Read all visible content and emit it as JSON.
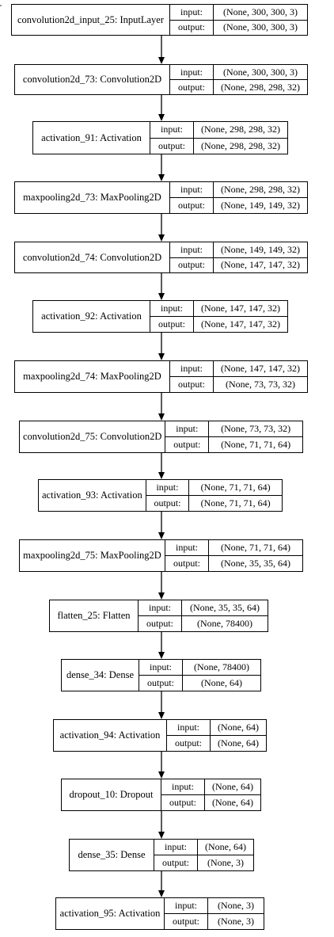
{
  "diagram": {
    "input_label": "input:",
    "output_label": "output:",
    "layers": [
      {
        "name": "convolution2d_input_25: InputLayer",
        "input": "(None, 300, 300, 3)",
        "output": "(None, 300, 300, 3)"
      },
      {
        "name": "convolution2d_73: Convolution2D",
        "input": "(None, 300, 300, 3)",
        "output": "(None, 298, 298, 32)"
      },
      {
        "name": "activation_91: Activation",
        "input": "(None, 298, 298, 32)",
        "output": "(None, 298, 298, 32)"
      },
      {
        "name": "maxpooling2d_73: MaxPooling2D",
        "input": "(None, 298, 298, 32)",
        "output": "(None, 149, 149, 32)"
      },
      {
        "name": "convolution2d_74: Convolution2D",
        "input": "(None, 149, 149, 32)",
        "output": "(None, 147, 147, 32)"
      },
      {
        "name": "activation_92: Activation",
        "input": "(None, 147, 147, 32)",
        "output": "(None, 147, 147, 32)"
      },
      {
        "name": "maxpooling2d_74: MaxPooling2D",
        "input": "(None, 147, 147, 32)",
        "output": "(None, 73, 73, 32)"
      },
      {
        "name": "convolution2d_75: Convolution2D",
        "input": "(None, 73, 73, 32)",
        "output": "(None, 71, 71, 64)"
      },
      {
        "name": "activation_93: Activation",
        "input": "(None, 71, 71, 64)",
        "output": "(None, 71, 71, 64)"
      },
      {
        "name": "maxpooling2d_75: MaxPooling2D",
        "input": "(None, 71, 71, 64)",
        "output": "(None, 35, 35, 64)"
      },
      {
        "name": "flatten_25: Flatten",
        "input": "(None, 35, 35, 64)",
        "output": "(None, 78400)"
      },
      {
        "name": "dense_34: Dense",
        "input": "(None, 78400)",
        "output": "(None, 64)"
      },
      {
        "name": "activation_94: Activation",
        "input": "(None, 64)",
        "output": "(None, 64)"
      },
      {
        "name": "dropout_10: Dropout",
        "input": "(None, 64)",
        "output": "(None, 64)"
      },
      {
        "name": "dense_35: Dense",
        "input": "(None, 64)",
        "output": "(None, 3)"
      },
      {
        "name": "activation_95: Activation",
        "input": "(None, 3)",
        "output": "(None, 3)"
      }
    ]
  }
}
